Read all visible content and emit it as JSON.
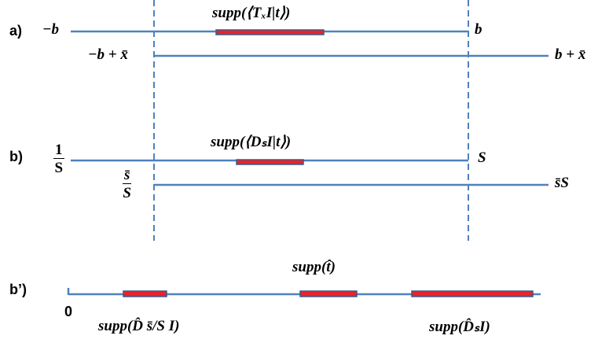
{
  "colors": {
    "axis_line": "#4f81bd",
    "segment_fill": "#e8232a",
    "segment_border": "#3a5a8a",
    "dashed_line": "#4f81bd"
  },
  "panels": {
    "a": {
      "tag": "a)",
      "top_left": "−b",
      "top_right": "b",
      "bottom_left": "−b + x̄",
      "bottom_right": "b + x̄",
      "support_label": "supp(⟨TₓI|t⟩)"
    },
    "b": {
      "tag": "b)",
      "top_left_num": "1",
      "top_left_den": "S",
      "top_right": "S",
      "bottom_left_num": "s̄",
      "bottom_left_den": "S",
      "bottom_right": "s̄S",
      "support_label": "supp(⟨DₛI|t⟩)"
    },
    "b_prime": {
      "tag": "b’)",
      "origin": "0",
      "top_label": "supp(t̂)",
      "left_label": "supp(D̂ s̄/S I)",
      "right_label": "supp(D̂ₛI)"
    }
  }
}
